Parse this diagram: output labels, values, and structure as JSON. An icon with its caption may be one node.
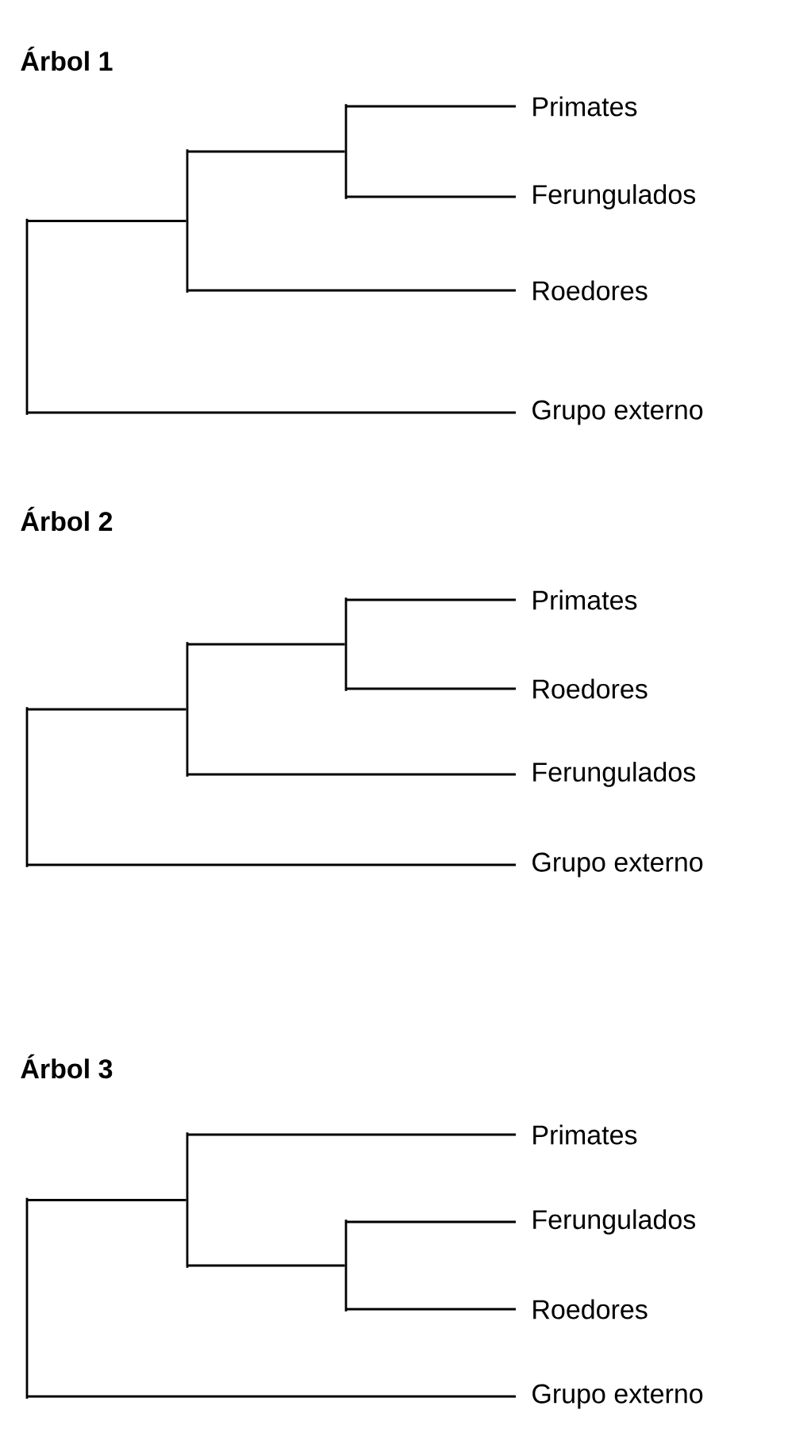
{
  "diagram": {
    "nodes": [
      {
        "text": [],
        "shape": "bar"
      },
      {
        "text": [],
        "shape": "bar"
      },
      {
        "text": [],
        "shape": "bar"
      },
      {
        "text": [
          "Primates"
        ]
      },
      {
        "text": [
          "Ferungulados"
        ]
      },
      {
        "text": [
          "Roedores"
        ]
      },
      {
        "text": [
          "Grupo externo"
        ]
      },
      {
        "text": [],
        "shape": "bar"
      },
      {
        "text": [],
        "shape": "bar"
      },
      {
        "text": [],
        "shape": "bar"
      },
      {
        "text": [
          "Primates"
        ]
      },
      {
        "text": [
          "Roedores"
        ]
      },
      {
        "text": [
          "Ferungulados"
        ]
      },
      {
        "text": [
          "Grupo externo"
        ]
      },
      {
        "text": [],
        "shape": "bar"
      },
      {
        "text": [],
        "shape": "bar"
      },
      {
        "text": [],
        "shape": "bar"
      },
      {
        "text": [
          "Primates"
        ]
      },
      {
        "text": [
          "Ferungulados"
        ]
      },
      {
        "text": [
          "Roedores"
        ]
      },
      {
        "text": [
          "Grupo externo"
        ]
      }
    ],
    "edges": [
      {
        "from": 0,
        "to": 1,
        "arrow": "none"
      },
      {
        "from": 0,
        "to": 6,
        "arrow": "none"
      },
      {
        "from": 1,
        "to": 2,
        "arrow": "none"
      },
      {
        "from": 1,
        "to": 5,
        "arrow": "none"
      },
      {
        "from": 2,
        "to": 3,
        "arrow": "none"
      },
      {
        "from": 2,
        "to": 4,
        "arrow": "none"
      },
      {
        "from": 7,
        "to": 8,
        "arrow": "none"
      },
      {
        "from": 7,
        "to": 13,
        "arrow": "none"
      },
      {
        "from": 8,
        "to": 9,
        "arrow": "none"
      },
      {
        "from": 8,
        "to": 12,
        "arrow": "none"
      },
      {
        "from": 9,
        "to": 10,
        "arrow": "none"
      },
      {
        "from": 9,
        "to": 11,
        "arrow": "none"
      },
      {
        "from": 14,
        "to": 15,
        "arrow": "none"
      },
      {
        "from": 14,
        "to": 20,
        "arrow": "none"
      },
      {
        "from": 15,
        "to": 17,
        "arrow": "none"
      },
      {
        "from": 15,
        "to": 16,
        "arrow": "none"
      },
      {
        "from": 16,
        "to": 18,
        "arrow": "none"
      },
      {
        "from": 16,
        "to": 19,
        "arrow": "none"
      }
    ],
    "labels": [
      "Árbol 1",
      "Árbol 2",
      "Árbol 3"
    ]
  }
}
